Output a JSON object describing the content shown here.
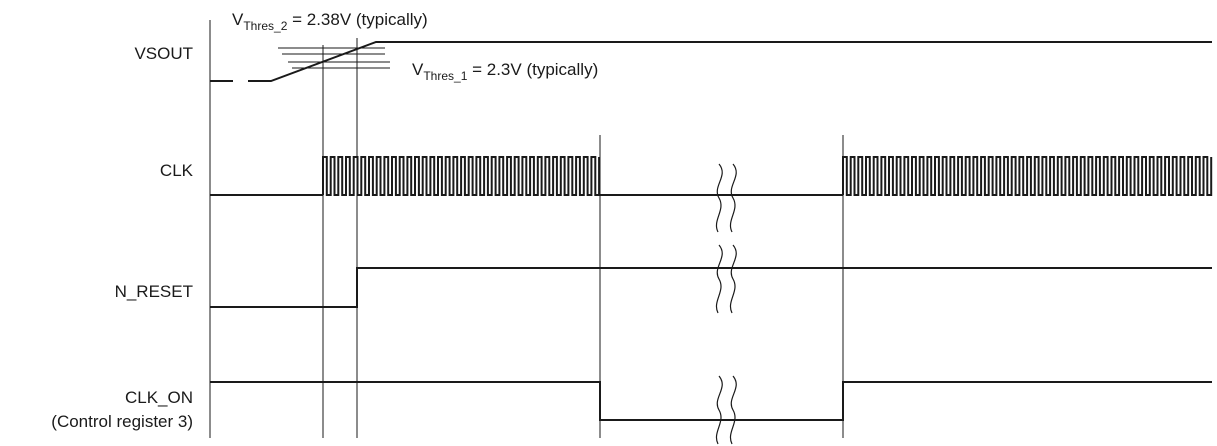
{
  "signals": {
    "vsout": "VSOUT",
    "clk": "CLK",
    "n_reset": "N_RESET",
    "clk_on": "CLK_ON",
    "clk_on_note": "(Control register 3)"
  },
  "thresholds": {
    "t2": {
      "v": "V",
      "sub": "Thres_2",
      "rest": " = 2.38V (typically)"
    },
    "t1": {
      "v": "V",
      "sub": "Thres_1",
      "rest": " = 2.3V (typically)"
    }
  }
}
